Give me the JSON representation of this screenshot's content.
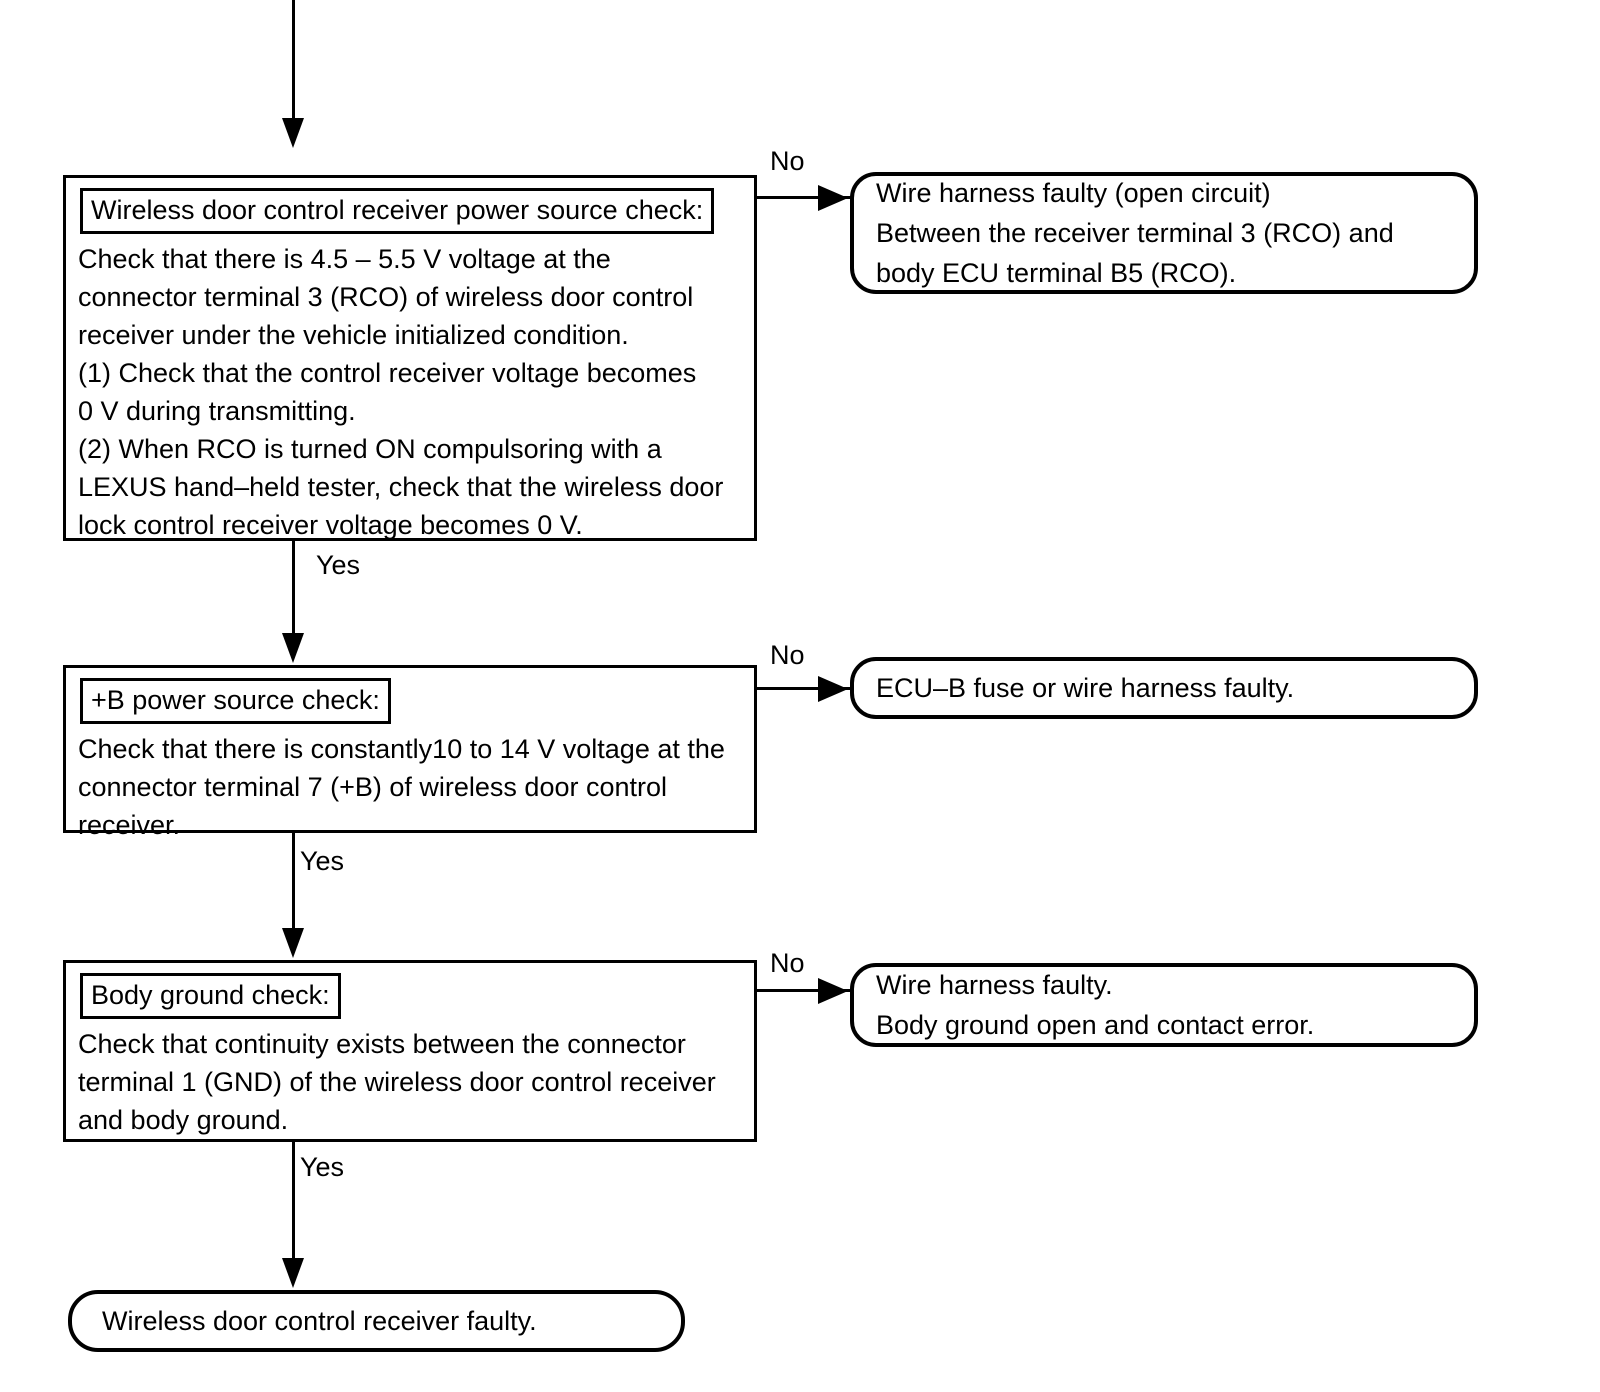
{
  "diagram": {
    "type": "troubleshooting-flowchart",
    "title": "Wireless door control receiver power source troubleshooting flow",
    "steps": [
      {
        "id": "step-1",
        "header": "Wireless door control receiver power source check:",
        "body": "Check that there is 4.5 – 5.5 V voltage at the\nconnector terminal 3 (RCO) of wireless door control\nreceiver under the vehicle initialized condition.\n(1) Check that the control receiver voltage becomes\n0 V during transmitting.\n(2) When RCO is turned ON compulsoring with a\nLEXUS hand–held tester, check that the wireless door\nlock control receiver voltage becomes 0 V.",
        "no_label": "No",
        "yes_label": "Yes",
        "no_result": "Wire harness faulty (open circuit)\nBetween the receiver terminal 3 (RCO) and\nbody ECU terminal B5 (RCO)."
      },
      {
        "id": "step-2",
        "header": "+B power source check:",
        "body": "Check that there is constantly10 to 14 V voltage at the\nconnector terminal 7 (+B) of wireless door control\nreceiver.",
        "no_label": "No",
        "yes_label": "Yes",
        "no_result": "ECU–B fuse or wire harness faulty."
      },
      {
        "id": "step-3",
        "header": "Body ground check:",
        "body": "Check that continuity exists between the connector\nterminal 1 (GND) of the wireless door control receiver\nand body ground.",
        "no_label": "No",
        "yes_label": "Yes",
        "no_result": "Wire harness faulty.\nBody ground open and contact error."
      }
    ],
    "terminal": "Wireless door control receiver faulty.",
    "colors": {
      "line": "#000000",
      "background": "#ffffff",
      "text": "#000000"
    }
  }
}
